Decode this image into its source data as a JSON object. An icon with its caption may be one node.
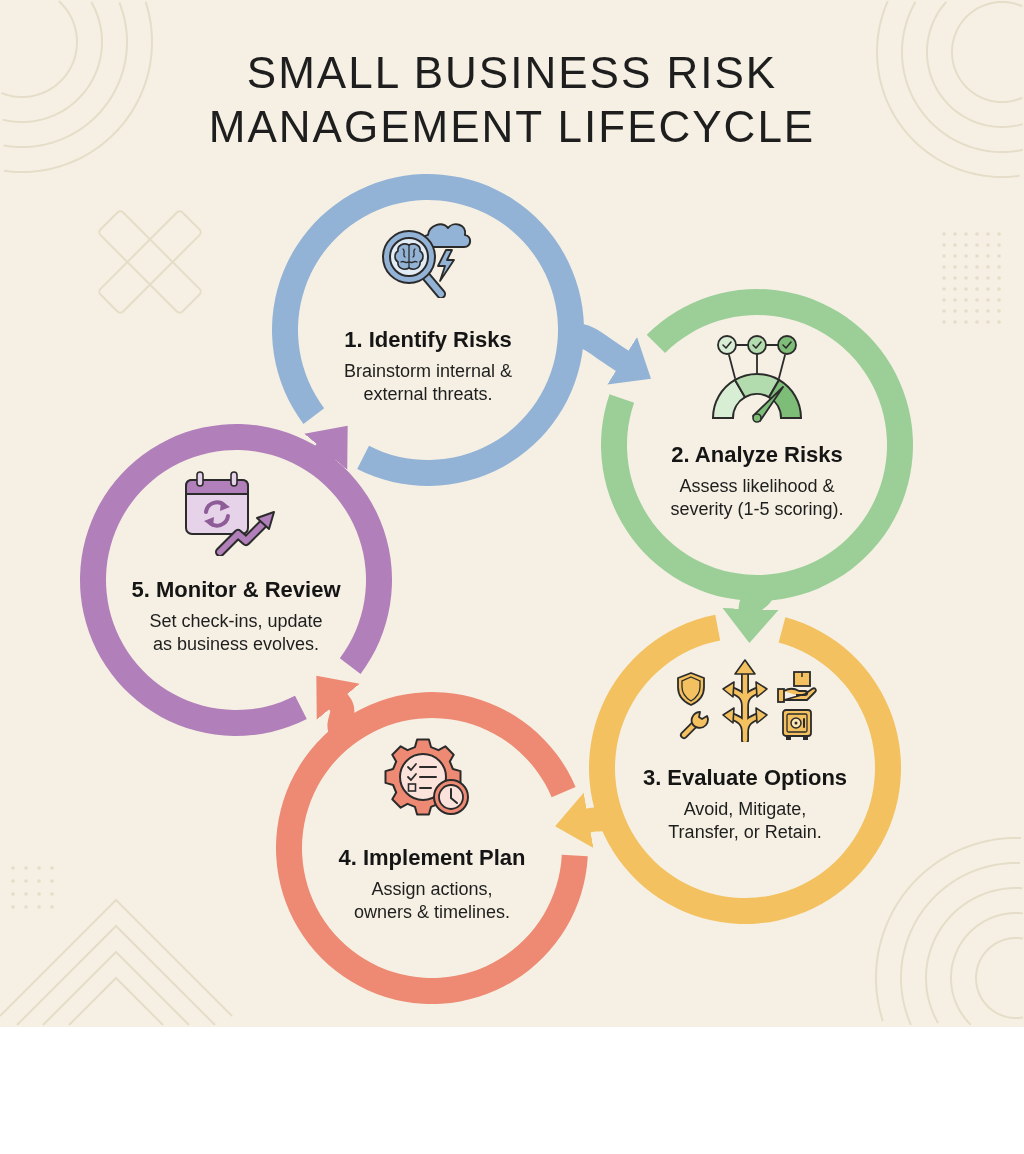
{
  "diagram": {
    "title": "SMALL BUSINESS RISK MANAGEMENT LIFECYCLE",
    "nodes": [
      {
        "text": [
          "1. Identify Risks",
          "Brainstorm internal & external threats."
        ]
      },
      {
        "text": [
          "2. Analyze Risks",
          "Assess likelihood & severity (1-5 scoring)."
        ]
      },
      {
        "text": [
          "3. Evaluate Options",
          "Avoid, Mitigate, Transfer, or Retain."
        ]
      },
      {
        "text": [
          "4. Implement Plan",
          "Assign actions, owners & timelines."
        ]
      },
      {
        "text": [
          "5. Monitor & Review",
          "Set check-ins, update as business evolves."
        ]
      }
    ],
    "edges": [
      {
        "from": 0,
        "to": 1,
        "arrow": "to",
        "color": "#93b3d6"
      },
      {
        "from": 1,
        "to": 2,
        "arrow": "to",
        "color": "#9ccf98"
      },
      {
        "from": 2,
        "to": 3,
        "arrow": "to",
        "color": "#f3c15f"
      },
      {
        "from": 3,
        "to": 4,
        "arrow": "to",
        "color": "#ee8a73"
      },
      {
        "from": 4,
        "to": 0,
        "arrow": "to",
        "color": "#b17fba"
      }
    ]
  }
}
